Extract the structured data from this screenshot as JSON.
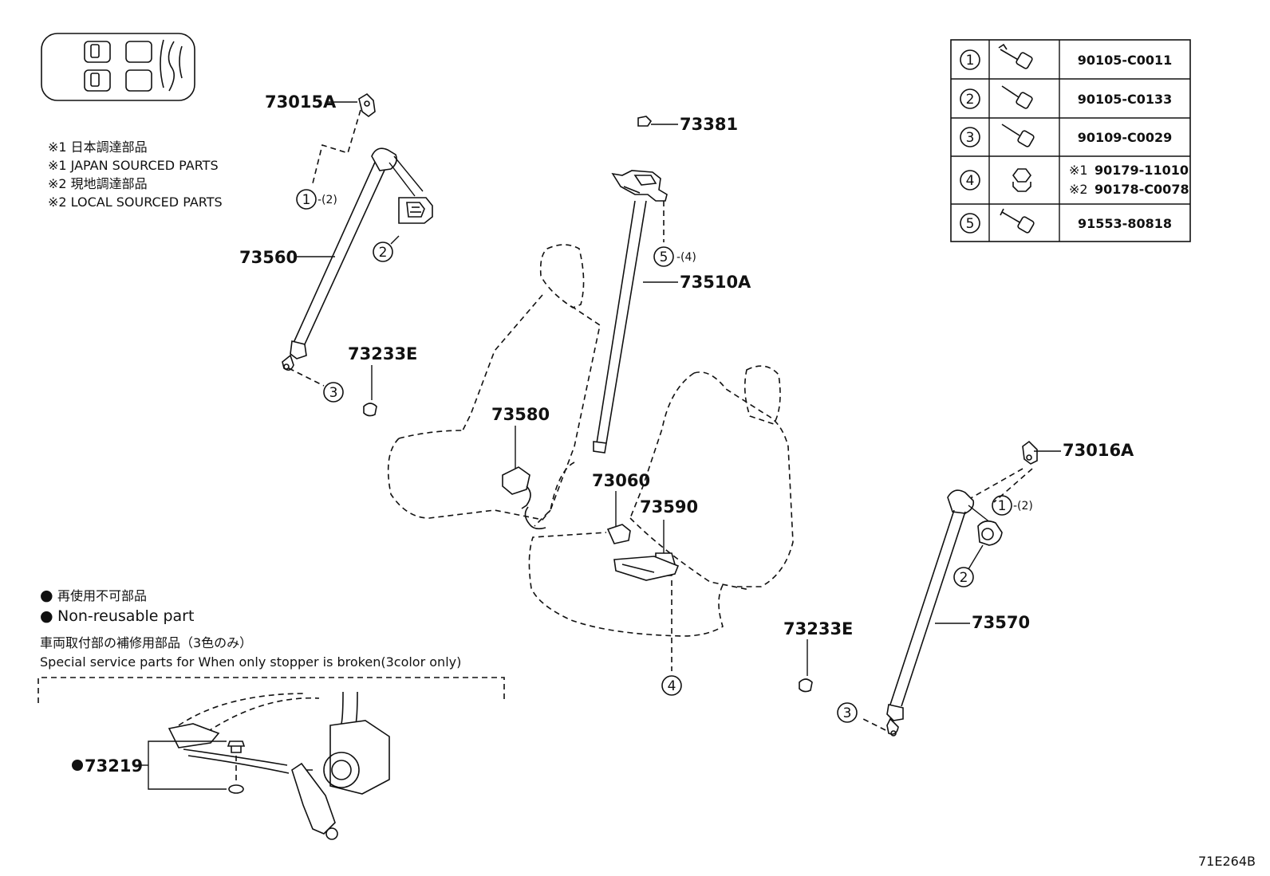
{
  "notes": {
    "jp_sourced_jp": "※1 日本調達部品",
    "jp_sourced_en": "※1 JAPAN SOURCED PARTS",
    "local_sourced_jp": "※2 現地調達部品",
    "local_sourced_en": "※2 LOCAL SOURCED PARTS",
    "non_reusable_jp": "再使用不可部品",
    "non_reusable_en": "Non-reusable part",
    "special_jp": "車両取付部の補修用部品（3色のみ）",
    "special_en": "Special service parts for When only stopper is broken(3color only)"
  },
  "parts": {
    "p73015A": "73015A",
    "p73560": "73560",
    "p73233E_left": "73233E",
    "p73381": "73381",
    "p73510A": "73510A",
    "p73580": "73580",
    "p73060": "73060",
    "p73590": "73590",
    "p73016A": "73016A",
    "p73570": "73570",
    "p73233E_right": "73233E",
    "p73219": "73219"
  },
  "callouts": {
    "c1": "1",
    "c2": "2",
    "c3": "3",
    "c4": "4",
    "c5": "5",
    "qty_1_left": "-(2)",
    "qty_5": "-(4)",
    "qty_1_right": "-(2)"
  },
  "fastener_table": [
    {
      "ref": "1",
      "part_no": "90105-C0011"
    },
    {
      "ref": "2",
      "part_no": "90105-C0133"
    },
    {
      "ref": "3",
      "part_no": "90109-C0029"
    },
    {
      "ref": "4",
      "mark1": "※1",
      "part_no_1": "90179-11010",
      "mark2": "※2",
      "part_no_2": "90178-C0078"
    },
    {
      "ref": "5",
      "part_no": "91553-80818"
    }
  ],
  "diagram_code": "71E264B",
  "bullet_glyph": "●"
}
